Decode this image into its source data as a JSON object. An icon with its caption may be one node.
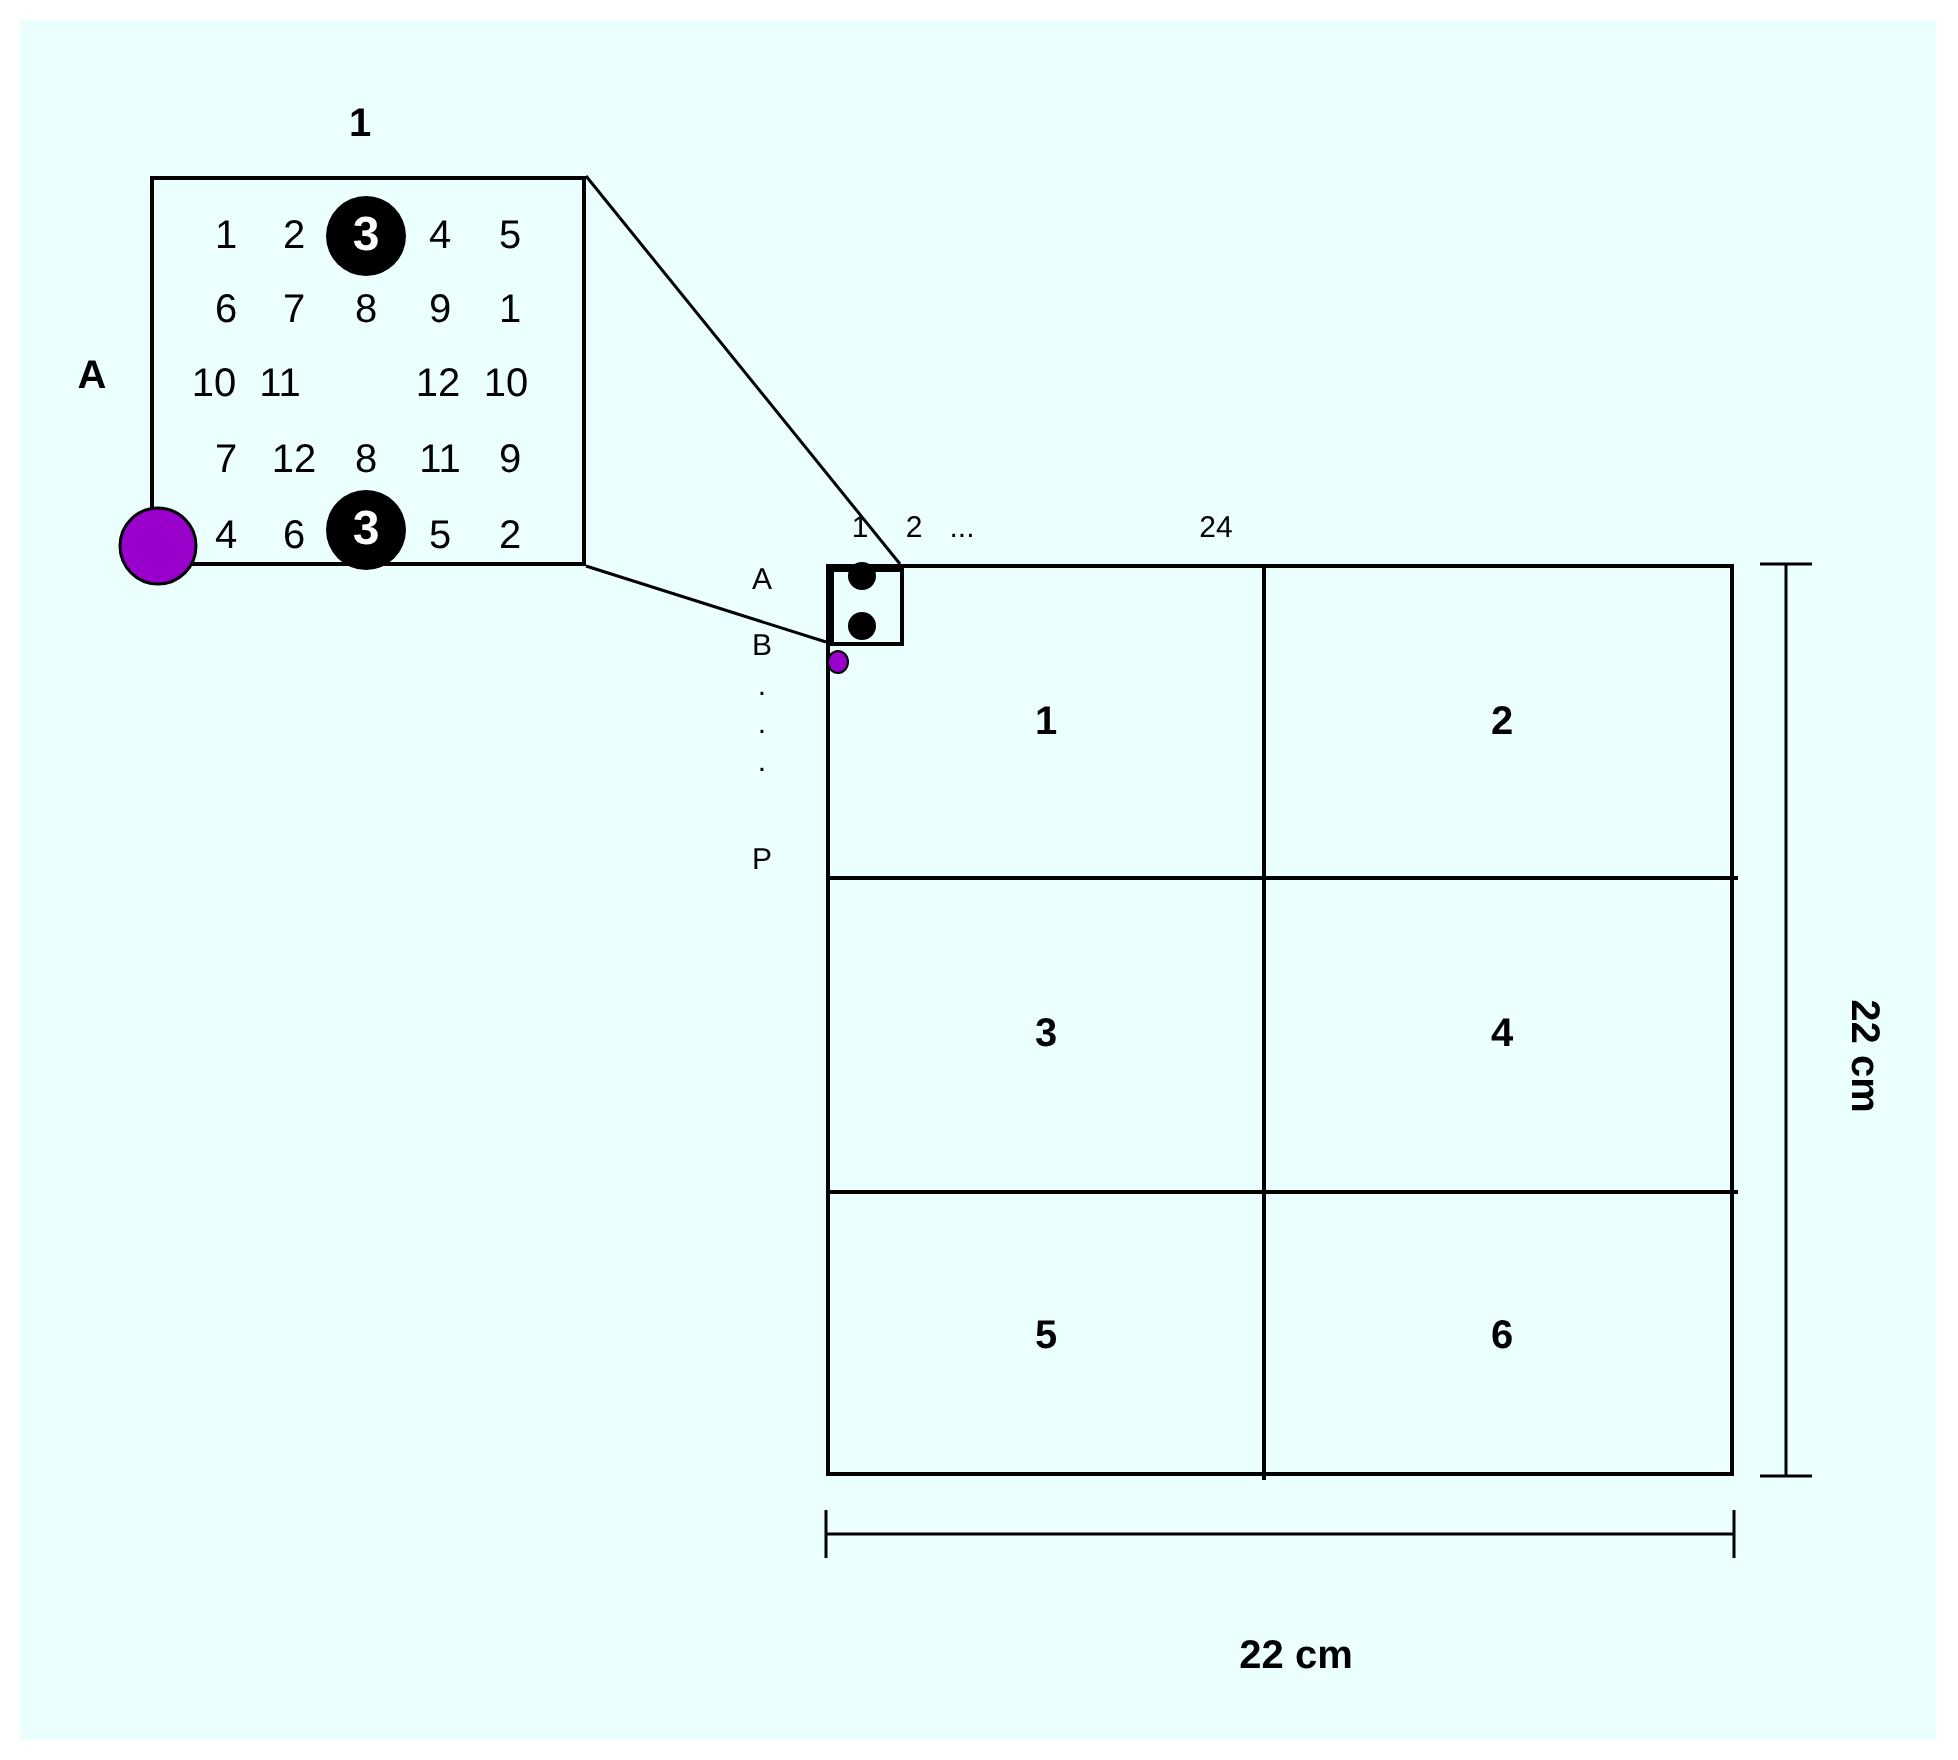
{
  "diagram": {
    "nodes": [
      {
        "text": [],
        "shape": "box"
      },
      {
        "text": [],
        "shape": "box"
      },
      {
        "text": [],
        "shape": "box",
        "in": 3
      },
      {
        "text": [
          "1"
        ],
        "in": 1
      },
      {
        "text": [
          "2"
        ],
        "in": 1
      },
      {
        "text": [
          "3"
        ],
        "in": 1
      },
      {
        "text": [
          "4"
        ],
        "in": 1
      },
      {
        "text": [
          "5"
        ],
        "in": 1
      },
      {
        "text": [
          "6"
        ],
        "in": 1
      }
    ],
    "edges": [
      {
        "from": 0,
        "to": 2,
        "arrow": "none"
      },
      {
        "from": 0,
        "to": 2,
        "arrow": "none"
      }
    ],
    "labels": [
      "1",
      "A",
      "1",
      "2",
      "3",
      "4",
      "5",
      "6",
      "7",
      "8",
      "9",
      "1",
      "10",
      "11",
      "12",
      "10",
      "7",
      "12",
      "8",
      "11",
      "9",
      "4",
      "6",
      "3",
      "5",
      "2",
      "1",
      "2",
      "...",
      "24",
      "A",
      "B",
      ".",
      ".",
      ".",
      "P",
      "22 cm",
      "22 cm"
    ]
  }
}
